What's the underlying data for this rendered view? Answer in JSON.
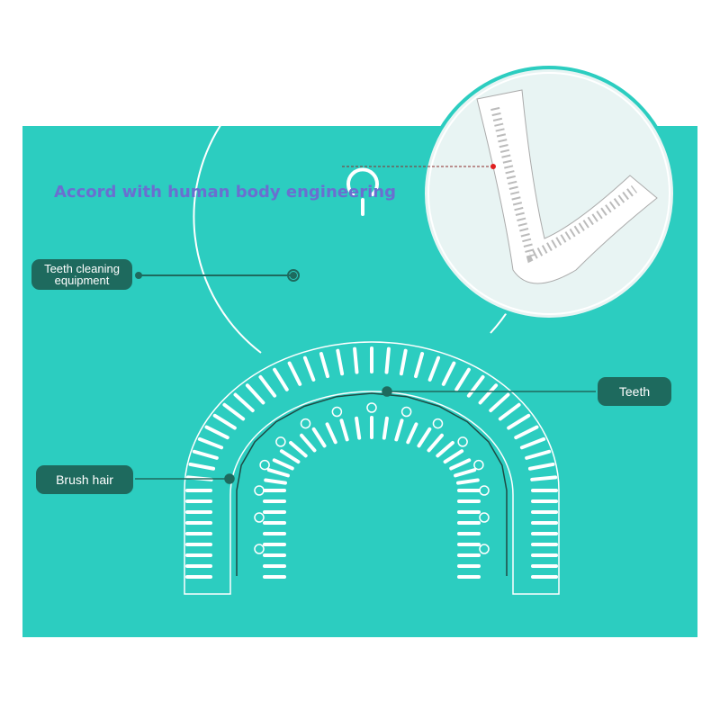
{
  "title": "Accord with human body engineering",
  "labels": {
    "equipment": "Teeth cleaning equipment",
    "teeth": "Teeth",
    "brush_hair": "Brush hair"
  },
  "colors": {
    "background": "#2ccdc0",
    "label_bg": "#1e6a5e",
    "title": "#6a6fd0"
  }
}
